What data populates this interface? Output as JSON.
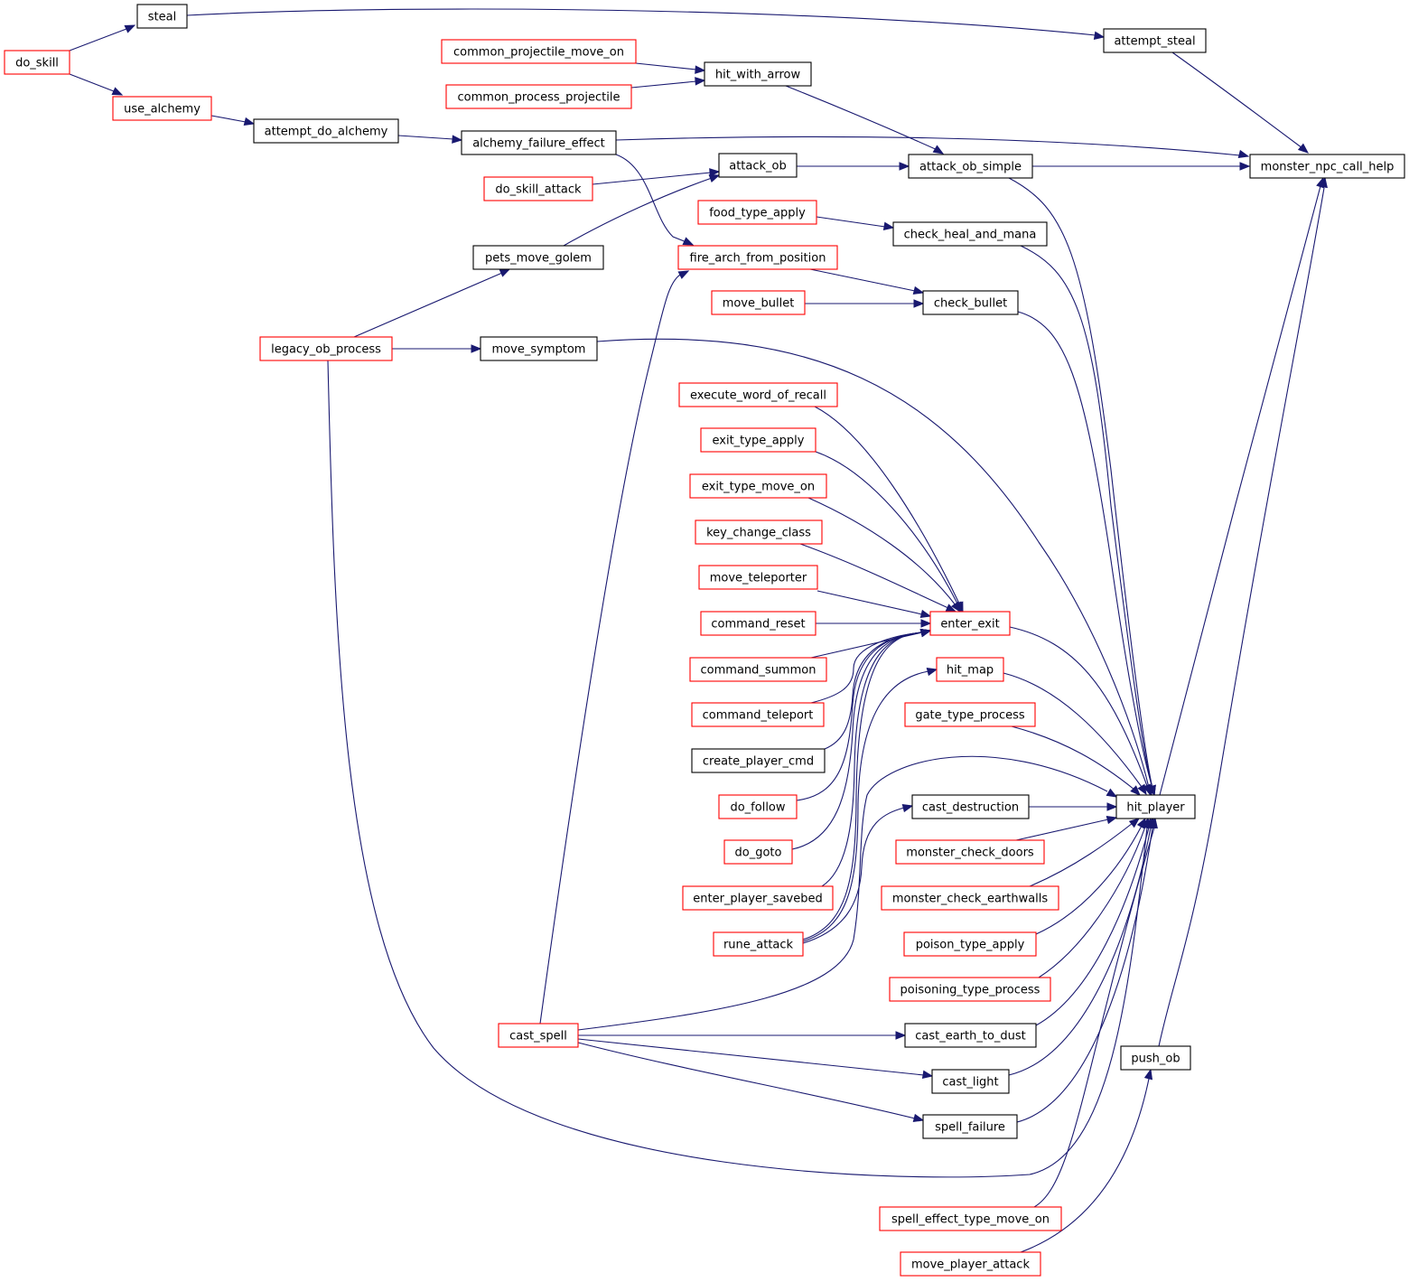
{
  "colors": {
    "edge": "#191970",
    "border_normal": "#000000",
    "border_truncated": "#ff0000",
    "root_fill": "#bfbfbf",
    "node_fill": "#ffffff"
  },
  "nodes": [
    {
      "id": "monster_npc_call_help",
      "label": "monster_npc_call_help",
      "kind": "root"
    },
    {
      "id": "steal",
      "label": "steal",
      "kind": "normal"
    },
    {
      "id": "attempt_steal",
      "label": "attempt_steal",
      "kind": "normal"
    },
    {
      "id": "do_skill",
      "label": "do_skill",
      "kind": "truncated"
    },
    {
      "id": "common_projectile_move_on",
      "label": "common_projectile_move_on",
      "kind": "truncated"
    },
    {
      "id": "hit_with_arrow",
      "label": "hit_with_arrow",
      "kind": "normal"
    },
    {
      "id": "common_process_projectile",
      "label": "common_process_projectile",
      "kind": "truncated"
    },
    {
      "id": "use_alchemy",
      "label": "use_alchemy",
      "kind": "truncated"
    },
    {
      "id": "attempt_do_alchemy",
      "label": "attempt_do_alchemy",
      "kind": "normal"
    },
    {
      "id": "alchemy_failure_effect",
      "label": "alchemy_failure_effect",
      "kind": "normal"
    },
    {
      "id": "attack_ob",
      "label": "attack_ob",
      "kind": "normal"
    },
    {
      "id": "attack_ob_simple",
      "label": "attack_ob_simple",
      "kind": "normal"
    },
    {
      "id": "do_skill_attack",
      "label": "do_skill_attack",
      "kind": "truncated"
    },
    {
      "id": "food_type_apply",
      "label": "food_type_apply",
      "kind": "truncated"
    },
    {
      "id": "check_heal_and_mana",
      "label": "check_heal_and_mana",
      "kind": "normal"
    },
    {
      "id": "pets_move_golem",
      "label": "pets_move_golem",
      "kind": "normal"
    },
    {
      "id": "fire_arch_from_position",
      "label": "fire_arch_from_position",
      "kind": "truncated"
    },
    {
      "id": "move_bullet",
      "label": "move_bullet",
      "kind": "truncated"
    },
    {
      "id": "check_bullet",
      "label": "check_bullet",
      "kind": "normal"
    },
    {
      "id": "legacy_ob_process",
      "label": "legacy_ob_process",
      "kind": "truncated"
    },
    {
      "id": "move_symptom",
      "label": "move_symptom",
      "kind": "normal"
    },
    {
      "id": "execute_word_of_recall",
      "label": "execute_word_of_recall",
      "kind": "truncated"
    },
    {
      "id": "exit_type_apply",
      "label": "exit_type_apply",
      "kind": "truncated"
    },
    {
      "id": "exit_type_move_on",
      "label": "exit_type_move_on",
      "kind": "truncated"
    },
    {
      "id": "key_change_class",
      "label": "key_change_class",
      "kind": "truncated"
    },
    {
      "id": "move_teleporter",
      "label": "move_teleporter",
      "kind": "truncated"
    },
    {
      "id": "command_reset",
      "label": "command_reset",
      "kind": "truncated"
    },
    {
      "id": "enter_exit",
      "label": "enter_exit",
      "kind": "truncated"
    },
    {
      "id": "command_summon",
      "label": "command_summon",
      "kind": "truncated"
    },
    {
      "id": "hit_map",
      "label": "hit_map",
      "kind": "truncated"
    },
    {
      "id": "command_teleport",
      "label": "command_teleport",
      "kind": "truncated"
    },
    {
      "id": "gate_type_process",
      "label": "gate_type_process",
      "kind": "truncated"
    },
    {
      "id": "create_player_cmd",
      "label": "create_player_cmd",
      "kind": "normal"
    },
    {
      "id": "do_follow",
      "label": "do_follow",
      "kind": "truncated"
    },
    {
      "id": "cast_destruction",
      "label": "cast_destruction",
      "kind": "normal"
    },
    {
      "id": "hit_player",
      "label": "hit_player",
      "kind": "normal"
    },
    {
      "id": "do_goto",
      "label": "do_goto",
      "kind": "truncated"
    },
    {
      "id": "monster_check_doors",
      "label": "monster_check_doors",
      "kind": "truncated"
    },
    {
      "id": "enter_player_savebed",
      "label": "enter_player_savebed",
      "kind": "truncated"
    },
    {
      "id": "monster_check_earthwalls",
      "label": "monster_check_earthwalls",
      "kind": "truncated"
    },
    {
      "id": "rune_attack",
      "label": "rune_attack",
      "kind": "truncated"
    },
    {
      "id": "poison_type_apply",
      "label": "poison_type_apply",
      "kind": "truncated"
    },
    {
      "id": "poisoning_type_process",
      "label": "poisoning_type_process",
      "kind": "truncated"
    },
    {
      "id": "cast_spell",
      "label": "cast_spell",
      "kind": "truncated"
    },
    {
      "id": "cast_earth_to_dust",
      "label": "cast_earth_to_dust",
      "kind": "normal"
    },
    {
      "id": "push_ob",
      "label": "push_ob",
      "kind": "normal"
    },
    {
      "id": "cast_light",
      "label": "cast_light",
      "kind": "normal"
    },
    {
      "id": "spell_failure",
      "label": "spell_failure",
      "kind": "normal"
    },
    {
      "id": "spell_effect_type_move_on",
      "label": "spell_effect_type_move_on",
      "kind": "truncated"
    },
    {
      "id": "move_player_attack",
      "label": "move_player_attack",
      "kind": "truncated"
    }
  ],
  "edges": [
    {
      "from": "attempt_steal",
      "to": "monster_npc_call_help"
    },
    {
      "from": "alchemy_failure_effect",
      "to": "monster_npc_call_help"
    },
    {
      "from": "attack_ob_simple",
      "to": "monster_npc_call_help"
    },
    {
      "from": "hit_player",
      "to": "monster_npc_call_help"
    },
    {
      "from": "push_ob",
      "to": "monster_npc_call_help"
    },
    {
      "from": "steal",
      "to": "attempt_steal"
    },
    {
      "from": "do_skill",
      "to": "steal"
    },
    {
      "from": "do_skill",
      "to": "use_alchemy"
    },
    {
      "from": "use_alchemy",
      "to": "attempt_do_alchemy"
    },
    {
      "from": "attempt_do_alchemy",
      "to": "alchemy_failure_effect"
    },
    {
      "from": "alchemy_failure_effect",
      "to": "fire_arch_from_position"
    },
    {
      "from": "common_projectile_move_on",
      "to": "hit_with_arrow"
    },
    {
      "from": "common_process_projectile",
      "to": "hit_with_arrow"
    },
    {
      "from": "hit_with_arrow",
      "to": "attack_ob_simple"
    },
    {
      "from": "attack_ob",
      "to": "attack_ob_simple"
    },
    {
      "from": "do_skill_attack",
      "to": "attack_ob"
    },
    {
      "from": "pets_move_golem",
      "to": "attack_ob"
    },
    {
      "from": "legacy_ob_process",
      "to": "pets_move_golem"
    },
    {
      "from": "legacy_ob_process",
      "to": "move_symptom"
    },
    {
      "from": "legacy_ob_process",
      "to": "hit_player"
    },
    {
      "from": "food_type_apply",
      "to": "check_heal_and_mana"
    },
    {
      "from": "fire_arch_from_position",
      "to": "check_bullet"
    },
    {
      "from": "move_bullet",
      "to": "check_bullet"
    },
    {
      "from": "cast_spell",
      "to": "fire_arch_from_position"
    },
    {
      "from": "attack_ob_simple",
      "to": "hit_player"
    },
    {
      "from": "check_heal_and_mana",
      "to": "hit_player"
    },
    {
      "from": "check_bullet",
      "to": "hit_player"
    },
    {
      "from": "move_symptom",
      "to": "hit_player"
    },
    {
      "from": "execute_word_of_recall",
      "to": "enter_exit"
    },
    {
      "from": "exit_type_apply",
      "to": "enter_exit"
    },
    {
      "from": "exit_type_move_on",
      "to": "enter_exit"
    },
    {
      "from": "key_change_class",
      "to": "enter_exit"
    },
    {
      "from": "move_teleporter",
      "to": "enter_exit"
    },
    {
      "from": "command_reset",
      "to": "enter_exit"
    },
    {
      "from": "command_summon",
      "to": "enter_exit"
    },
    {
      "from": "command_teleport",
      "to": "enter_exit"
    },
    {
      "from": "create_player_cmd",
      "to": "enter_exit"
    },
    {
      "from": "do_follow",
      "to": "enter_exit"
    },
    {
      "from": "do_goto",
      "to": "enter_exit"
    },
    {
      "from": "enter_player_savebed",
      "to": "enter_exit"
    },
    {
      "from": "rune_attack",
      "to": "enter_exit"
    },
    {
      "from": "rune_attack",
      "to": "hit_map"
    },
    {
      "from": "rune_attack",
      "to": "cast_destruction"
    },
    {
      "from": "cast_spell",
      "to": "hit_player"
    },
    {
      "from": "cast_spell",
      "to": "cast_earth_to_dust"
    },
    {
      "from": "cast_spell",
      "to": "cast_light"
    },
    {
      "from": "cast_spell",
      "to": "spell_failure"
    },
    {
      "from": "enter_exit",
      "to": "hit_player"
    },
    {
      "from": "hit_map",
      "to": "hit_player"
    },
    {
      "from": "gate_type_process",
      "to": "hit_player"
    },
    {
      "from": "cast_destruction",
      "to": "hit_player"
    },
    {
      "from": "monster_check_doors",
      "to": "hit_player"
    },
    {
      "from": "monster_check_earthwalls",
      "to": "hit_player"
    },
    {
      "from": "poison_type_apply",
      "to": "hit_player"
    },
    {
      "from": "poisoning_type_process",
      "to": "hit_player"
    },
    {
      "from": "cast_earth_to_dust",
      "to": "hit_player"
    },
    {
      "from": "cast_light",
      "to": "hit_player"
    },
    {
      "from": "spell_failure",
      "to": "hit_player"
    },
    {
      "from": "spell_effect_type_move_on",
      "to": "hit_player"
    },
    {
      "from": "move_player_attack",
      "to": "push_ob"
    }
  ]
}
